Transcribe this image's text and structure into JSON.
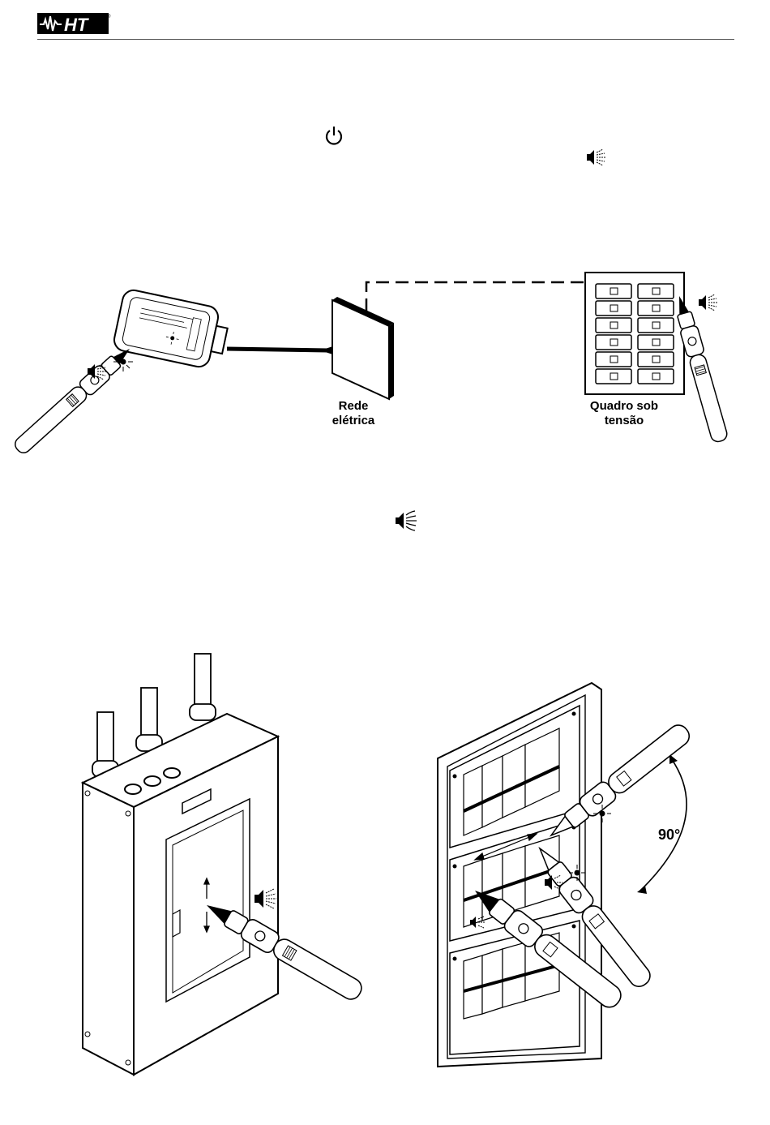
{
  "header": {
    "brand": "HT",
    "trademark": "®"
  },
  "figure1": {
    "mains_label_line1": "Rede",
    "mains_label_line2": "elétrica",
    "panel_label_line1": "Quadro sob",
    "panel_label_line2": "tensão"
  },
  "figure3": {
    "angle_label": "90°"
  },
  "icons": [
    "power-icon",
    "speaker-sound-icon"
  ]
}
